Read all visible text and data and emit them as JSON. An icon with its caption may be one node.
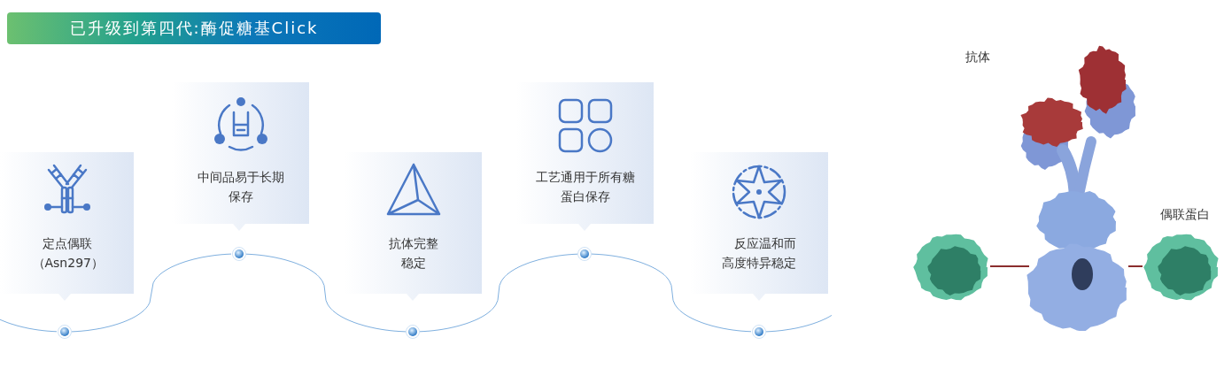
{
  "diagram": {
    "title": "已升级到第四代:酶促糖基Click",
    "nodes": [
      {
        "text": [
          "定点偶联（Asn297）"
        ]
      },
      {
        "text": [
          "中间品易于长期保存"
        ]
      },
      {
        "text": [
          "抗体完整稳定"
        ]
      },
      {
        "text": [
          "工艺通用于所有糖蛋白保存"
        ]
      },
      {
        "text": [
          "反应温和而高度特异稳定"
        ]
      },
      {
        "text": [],
        "shape": "picture",
        "beside": [
          "抗体"
        ]
      },
      {
        "text": [],
        "shape": "picture"
      },
      {
        "text": [],
        "shape": "picture",
        "beside": [
          "偶联蛋白"
        ]
      },
      {
        "text": [],
        "shape": "circle"
      },
      {
        "text": [],
        "shape": "circle"
      },
      {
        "text": [],
        "shape": "circle"
      },
      {
        "text": [],
        "shape": "circle"
      },
      {
        "text": [],
        "shape": "circle"
      }
    ],
    "edges": [
      {
        "from": 6,
        "to": 5,
        "arrow": "none",
        "color": "#8b2e2e"
      },
      {
        "from": 5,
        "to": 7,
        "arrow": "none",
        "color": "#8b2e2e"
      },
      {
        "from": null,
        "to": 8,
        "arrow": "none"
      },
      {
        "from": 8,
        "to": 9,
        "arrow": "none"
      },
      {
        "from": 9,
        "to": 10,
        "arrow": "none"
      },
      {
        "from": 10,
        "to": 11,
        "arrow": "none"
      },
      {
        "from": 11,
        "to": 12,
        "arrow": "none"
      },
      {
        "from": 12,
        "to": null,
        "arrow": "none"
      }
    ]
  }
}
